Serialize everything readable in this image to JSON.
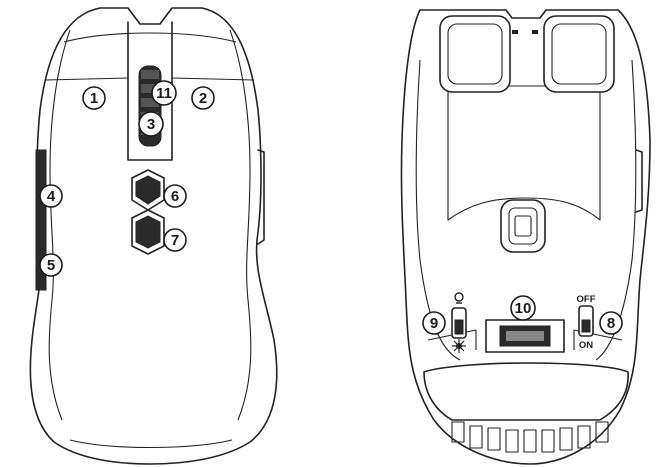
{
  "top_view": {
    "callouts": [
      {
        "id": "c1",
        "label": "1"
      },
      {
        "id": "c2",
        "label": "2"
      },
      {
        "id": "c11",
        "label": "11"
      },
      {
        "id": "c3",
        "label": "3"
      },
      {
        "id": "c4",
        "label": "4"
      },
      {
        "id": "c6",
        "label": "6"
      },
      {
        "id": "c7",
        "label": "7"
      },
      {
        "id": "c5",
        "label": "5"
      }
    ]
  },
  "bottom_view": {
    "callouts": [
      {
        "id": "c9",
        "label": "9"
      },
      {
        "id": "c10",
        "label": "10"
      },
      {
        "id": "c8",
        "label": "8"
      }
    ],
    "power_switch": {
      "off_label": "OFF",
      "on_label": "ON"
    },
    "light_switch": {
      "top_icon": "bulb-icon",
      "bottom_icon": "sun-icon"
    }
  }
}
